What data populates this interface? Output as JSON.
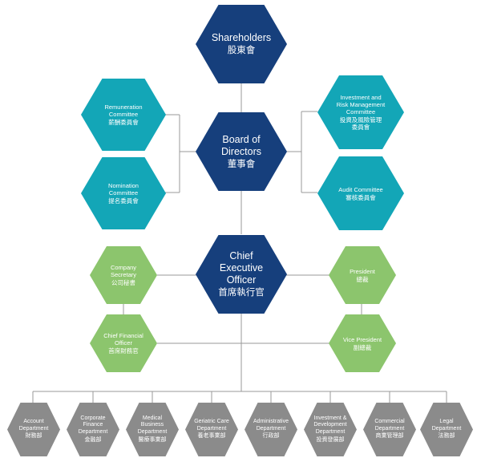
{
  "nodes": {
    "shareholders": {
      "en": "Shareholders",
      "zh": "股東會",
      "color": "#163f7c"
    },
    "board": {
      "en": "Board of\nDirectors",
      "zh": "董事會",
      "color": "#163f7c"
    },
    "ceo": {
      "en": "Chief\nExecutive\nOfficer",
      "zh": "首席執行官",
      "color": "#163f7c"
    },
    "remuneration": {
      "en": "Remuneration\nCommittee",
      "zh": "薪酬委員會",
      "color": "#13a6b7"
    },
    "nomination": {
      "en": "Nomination\nCommittee",
      "zh": "提名委員會",
      "color": "#13a6b7"
    },
    "investment_risk": {
      "en": "Investment and\nRisk Management\nCommittee",
      "zh": "投資及風險管理\n委員會",
      "color": "#13a6b7"
    },
    "audit": {
      "en": "Audit Committee",
      "zh": "審核委員會",
      "color": "#13a6b7"
    },
    "company_secretary": {
      "en": "Company\nSecretary",
      "zh": "公司秘書",
      "color": "#8cc56d"
    },
    "cfo": {
      "en": "Chief Financial\nOfficer",
      "zh": "首席財務官",
      "color": "#8cc56d"
    },
    "president": {
      "en": "President",
      "zh": "總裁",
      "color": "#8cc56d"
    },
    "vice_president": {
      "en": "Vice President",
      "zh": "副總裁",
      "color": "#8cc56d"
    }
  },
  "departments": [
    {
      "en": "Account\nDepartment",
      "zh": "財務部"
    },
    {
      "en": "Corporate\nFinance\nDepartment",
      "zh": "金融部"
    },
    {
      "en": "Medical\nBusiness\nDepartment",
      "zh": "醫療事業部"
    },
    {
      "en": "Geriatric Care\nDepartment",
      "zh": "養老事業部"
    },
    {
      "en": "Administrative\nDepartment",
      "zh": "行政部"
    },
    {
      "en": "Investment &\nDevelopment\nDepartment",
      "zh": "投資發展部"
    },
    {
      "en": "Commercial\nDepartment",
      "zh": "商業管理部"
    },
    {
      "en": "Legal\nDepartment",
      "zh": "法務部"
    }
  ],
  "department_color": "#8b8b8b"
}
